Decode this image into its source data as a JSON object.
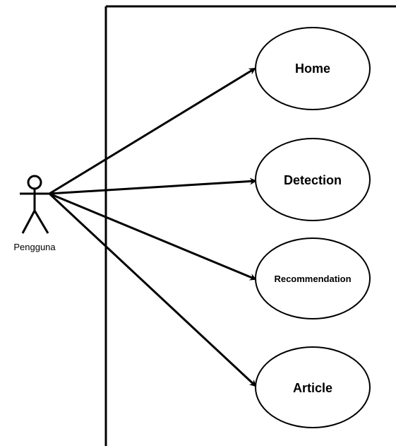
{
  "actor": {
    "name": "Pengguna"
  },
  "use_cases": [
    {
      "label": "Home"
    },
    {
      "label": "Detection"
    },
    {
      "label": "Recommendation"
    },
    {
      "label": "Article"
    }
  ],
  "colors": {
    "stroke": "#000000",
    "background": "#ffffff"
  }
}
